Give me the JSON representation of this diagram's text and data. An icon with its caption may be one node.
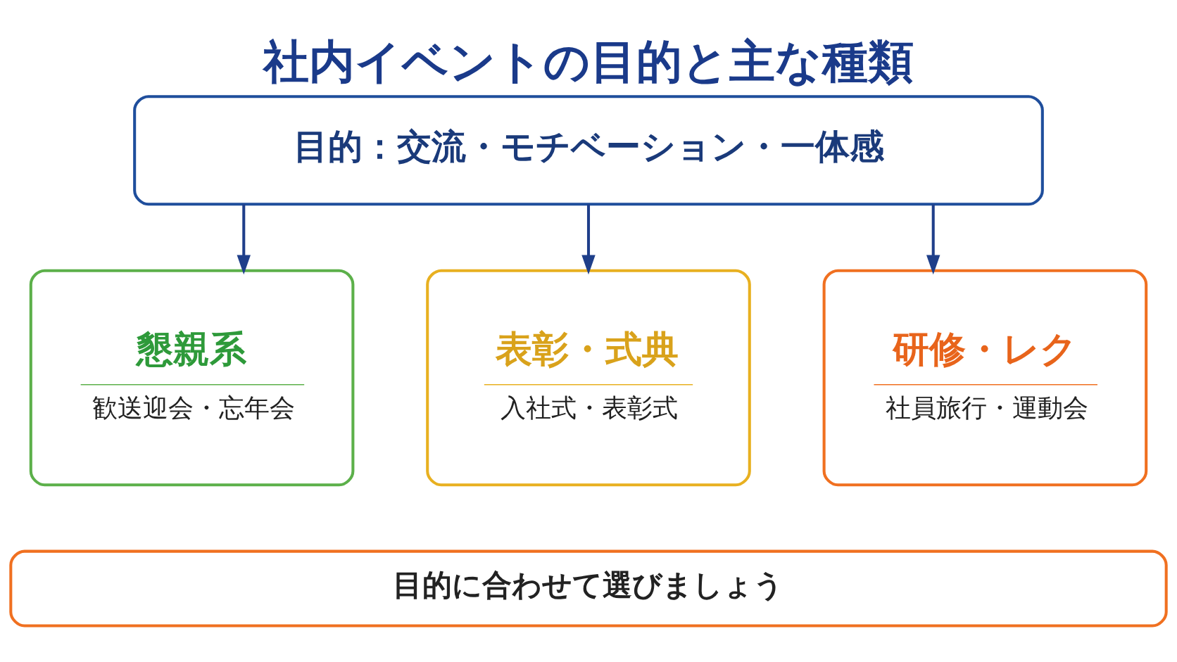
{
  "diagram": {
    "title": "社内イベントの目的と主な種類",
    "nodes": [
      {
        "text": [
          "目的：交流・モチベーション・一体感"
        ]
      },
      {
        "text": [
          "懇親系",
          "歓送迎会・忘年会"
        ]
      },
      {
        "text": [
          "表彰・式典",
          "入社式・表彰式"
        ]
      },
      {
        "text": [
          "研修・レク",
          "社員旅行・運動会"
        ]
      },
      {
        "text": [
          "目的に合わせて選びましょう"
        ]
      }
    ],
    "edges": [
      {
        "from": 0,
        "to": 1,
        "arrow": "to"
      },
      {
        "from": 0,
        "to": 2,
        "arrow": "to"
      },
      {
        "from": 0,
        "to": 3,
        "arrow": "to"
      }
    ]
  }
}
